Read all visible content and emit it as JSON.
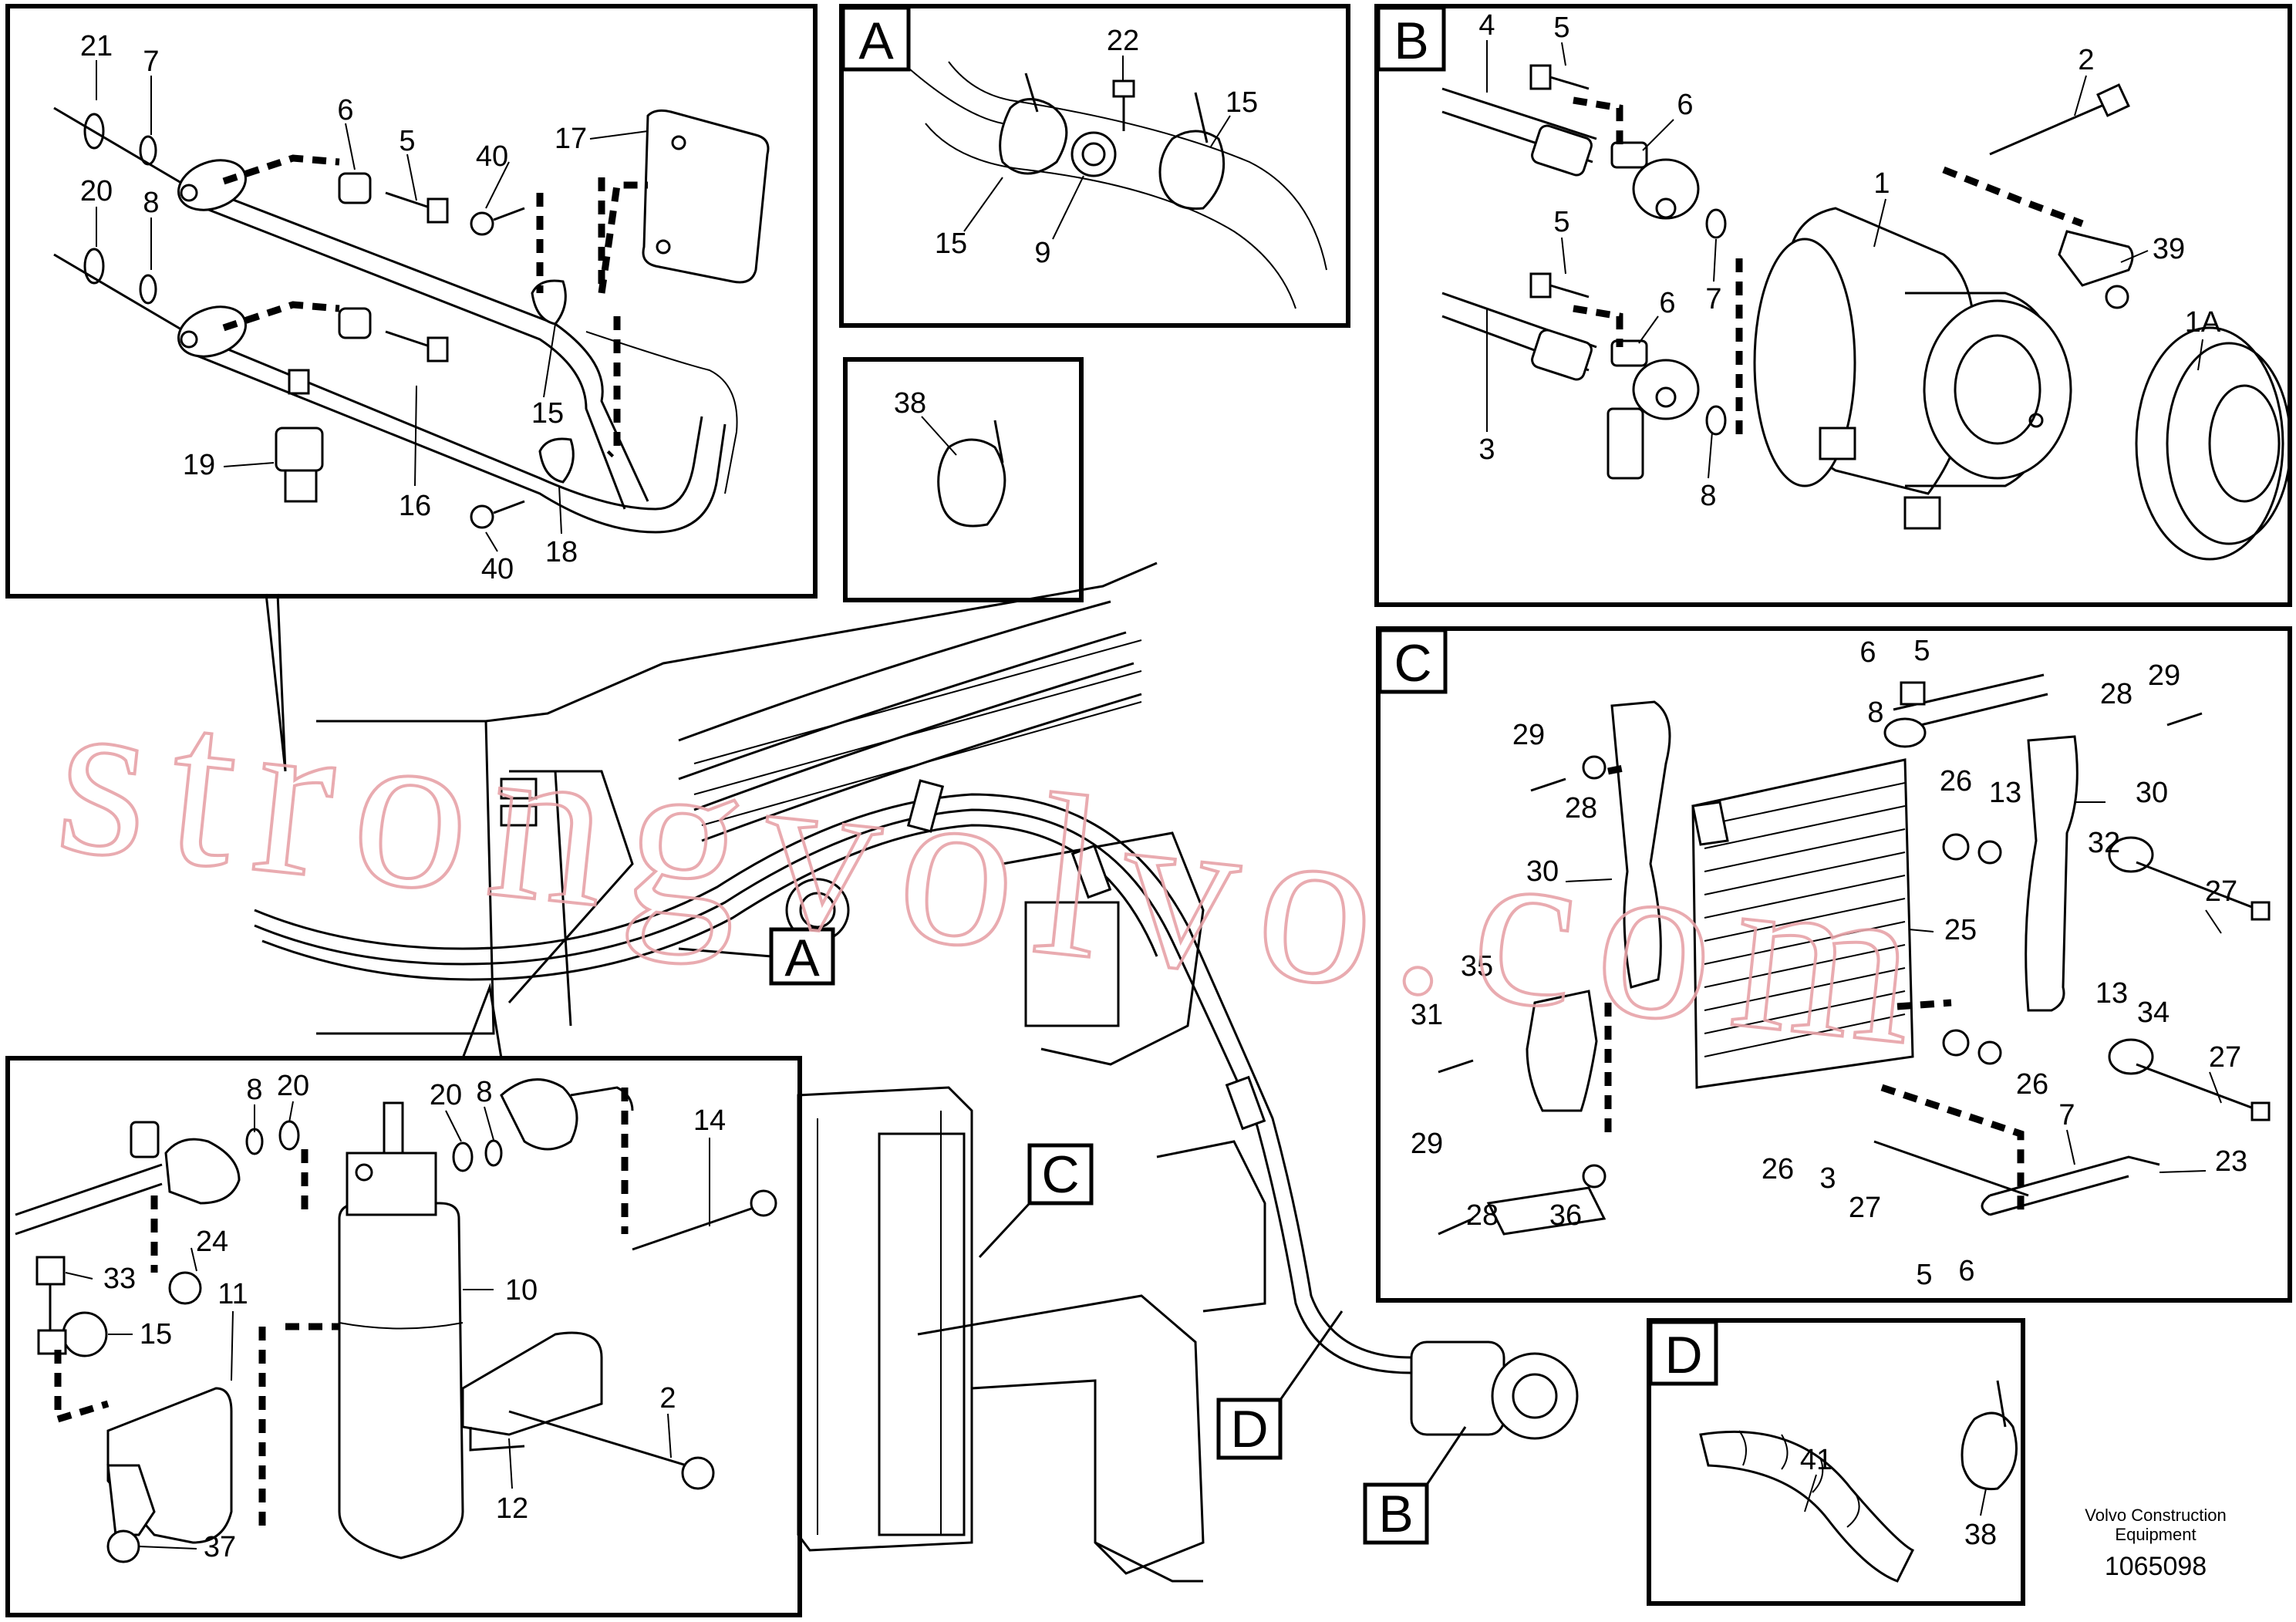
{
  "panels": {
    "A": {
      "letter": "A",
      "labels": [
        "22",
        "15",
        "15",
        "9"
      ]
    },
    "B": {
      "letter": "B",
      "labels": [
        "4",
        "5",
        "6",
        "2",
        "1",
        "39",
        "5",
        "6",
        "7",
        "1A",
        "3",
        "8"
      ]
    },
    "C": {
      "letter": "C",
      "labels": [
        "6",
        "5",
        "28",
        "29",
        "8",
        "29",
        "28",
        "26",
        "13",
        "30",
        "30",
        "32",
        "27",
        "25",
        "35",
        "31",
        "13",
        "34",
        "26",
        "27",
        "29",
        "26",
        "3",
        "7",
        "23",
        "28",
        "36",
        "27",
        "5",
        "6"
      ]
    },
    "D": {
      "letter": "D",
      "labels": [
        "41",
        "38"
      ]
    },
    "tl": {
      "labels": [
        "21",
        "7",
        "6",
        "5",
        "40",
        "17",
        "20",
        "8",
        "15",
        "19",
        "16",
        "18",
        "40"
      ]
    },
    "bl": {
      "labels": [
        "8",
        "20",
        "20",
        "8",
        "14",
        "24",
        "33",
        "10",
        "11",
        "15",
        "2",
        "12",
        "37"
      ]
    },
    "clip": {
      "labels": [
        "38"
      ]
    }
  },
  "main": {
    "callouts": [
      "A",
      "C",
      "D",
      "B"
    ]
  },
  "footer": {
    "brand": "Volvo Construction\nEquipment",
    "brand_line1": "Volvo Construction",
    "brand_line2": "Equipment",
    "drawing_number": "1065098"
  },
  "watermark": {
    "text": "strongvolvo.com"
  }
}
